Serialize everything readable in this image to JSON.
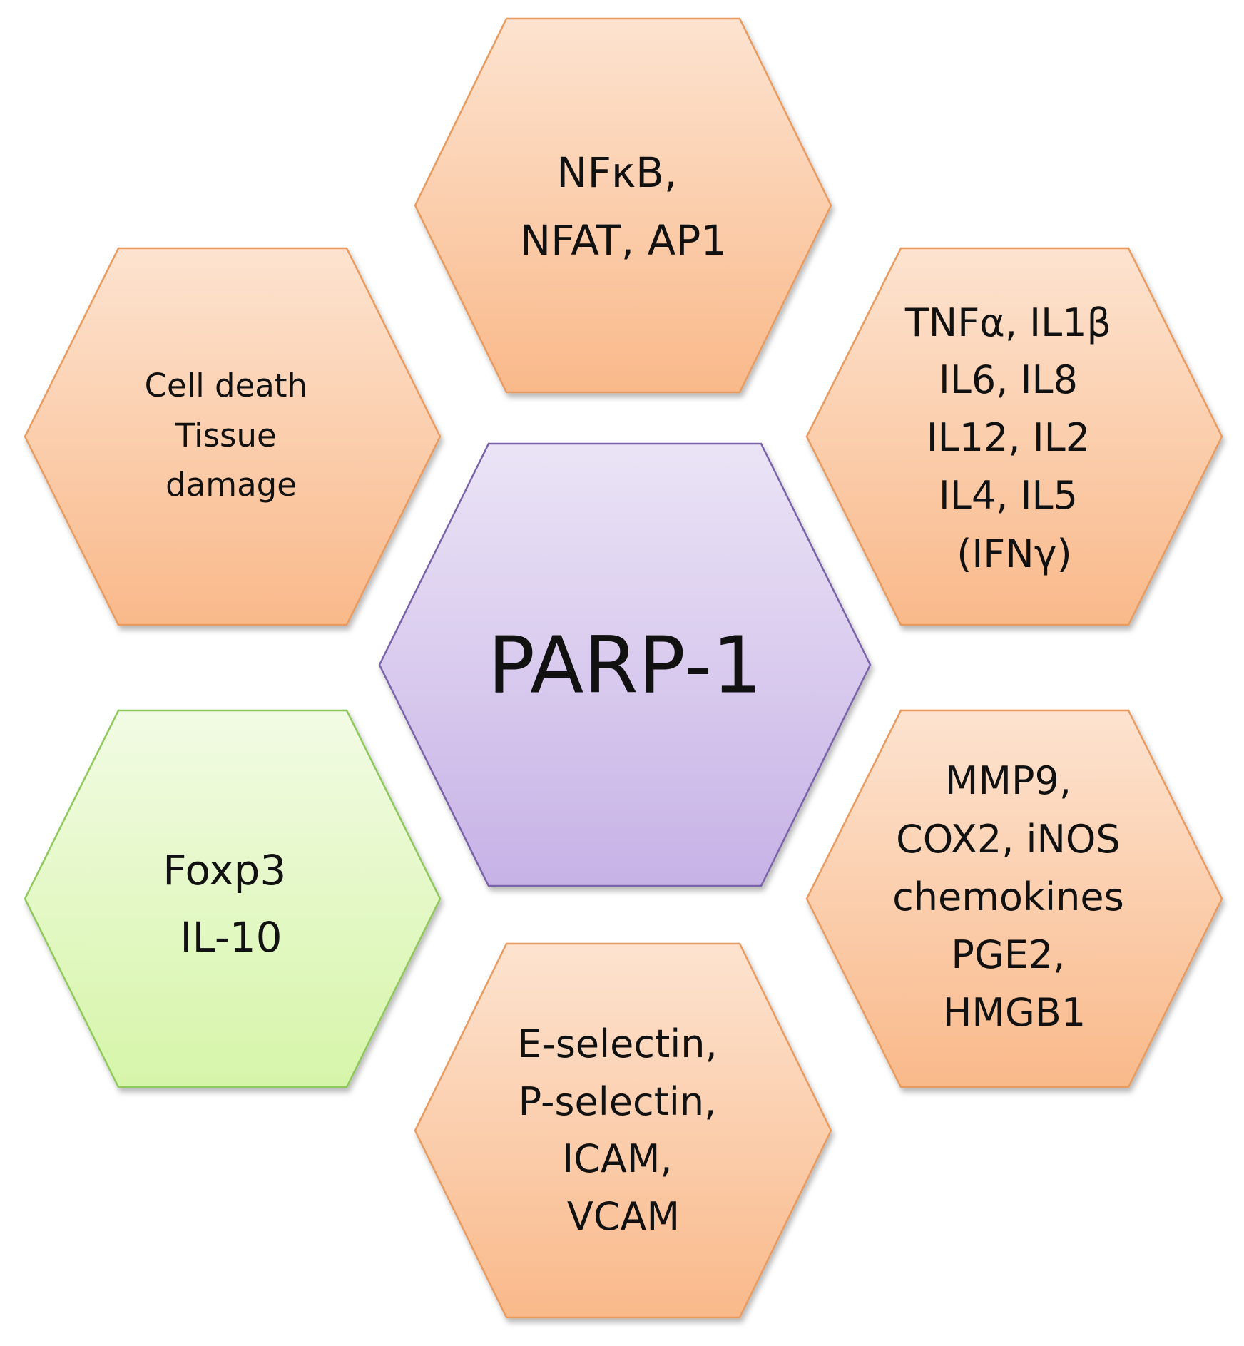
{
  "diagram": {
    "center": {
      "label": "PARP-1",
      "fill_top": "#ebe4f6",
      "fill_bottom": "#c7b2e6",
      "stroke": "#7a62a8"
    },
    "orange_style": {
      "fill_top": "#fde3d0",
      "fill_bottom": "#f9b98a",
      "stroke": "#e89a5f"
    },
    "green_style": {
      "fill_top": "#f2fbe4",
      "fill_bottom": "#d6f5a9",
      "stroke": "#8ec85a"
    },
    "nodes": [
      {
        "id": "top",
        "lines": [
          "NFκB,",
          "NFAT, AP1"
        ],
        "style": "orange"
      },
      {
        "id": "upper-right",
        "lines": [
          "TNFα, IL1β",
          "IL6, IL8",
          "IL12, IL2",
          "IL4, IL5",
          "(IFNγ)"
        ],
        "style": "orange"
      },
      {
        "id": "lower-right",
        "lines": [
          "MMP9,",
          "COX2, iNOS",
          "chemokines",
          "PGE2,",
          "HMGB1"
        ],
        "style": "orange"
      },
      {
        "id": "bottom",
        "lines": [
          "E-selectin,",
          "P-selectin,",
          "ICAM,",
          "VCAM"
        ],
        "style": "orange"
      },
      {
        "id": "lower-left",
        "lines": [
          "Foxp3",
          "IL-10"
        ],
        "style": "green"
      },
      {
        "id": "upper-left",
        "lines": [
          "Cell death",
          "Tissue",
          "damage"
        ],
        "style": "orange"
      }
    ]
  }
}
